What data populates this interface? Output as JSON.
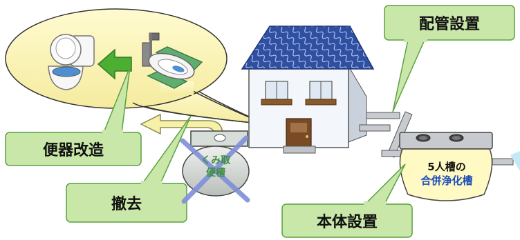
{
  "callouts": {
    "piping": "配管設置",
    "toilet_renovation": "便器改造",
    "removal": "撤去",
    "main_install": "本体設置"
  },
  "septic_tank": {
    "line1": "5人槽の",
    "line2": "合併浄化槽"
  },
  "cesspit": {
    "line1": "くみ取",
    "line2": "便槽"
  },
  "colors": {
    "callout_fill": "#c9e7a8",
    "callout_border": "#5aa13f",
    "bubble_fill": "#fbf4b7",
    "roof": "#2f4fa0",
    "tank_body": "#fff9c4",
    "tank_text_blue": "#1f4fb8",
    "cross": "#7f8fd9"
  }
}
